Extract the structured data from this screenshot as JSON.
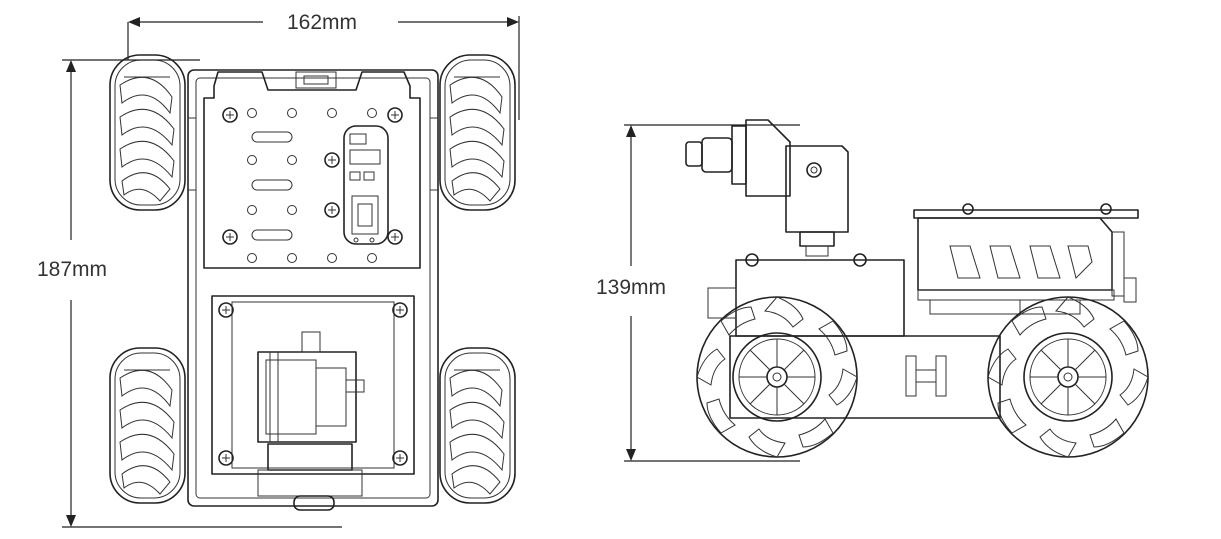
{
  "dimensions": {
    "width_label": "162mm",
    "length_label": "187mm",
    "height_label": "139mm"
  },
  "colors": {
    "line": "#222222",
    "text": "#333333",
    "background": "#ffffff"
  }
}
